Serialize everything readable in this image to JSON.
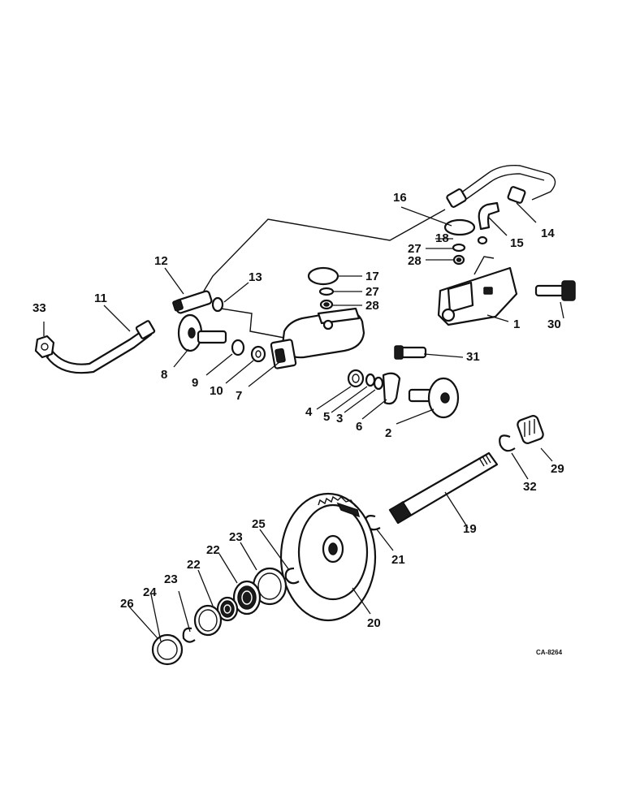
{
  "callouts": {
    "c1": "1",
    "c2": "2",
    "c3": "3",
    "c4": "4",
    "c5": "5",
    "c6": "6",
    "c7": "7",
    "c8": "8",
    "c9": "9",
    "c10": "10",
    "c11": "11",
    "c12": "12",
    "c13": "13",
    "c14": "14",
    "c15": "15",
    "c16": "16",
    "c17": "17",
    "c18": "18",
    "c19": "19",
    "c20": "20",
    "c21": "21",
    "c22a": "22",
    "c22b": "22",
    "c23a": "23",
    "c23b": "23",
    "c24": "24",
    "c25": "25",
    "c26": "26",
    "c27a": "27",
    "c27b": "27",
    "c28a": "28",
    "c28b": "28",
    "c29": "29",
    "c30": "30",
    "c31": "31",
    "c32": "32",
    "c33": "33"
  },
  "drawing_code": "CA-8264"
}
